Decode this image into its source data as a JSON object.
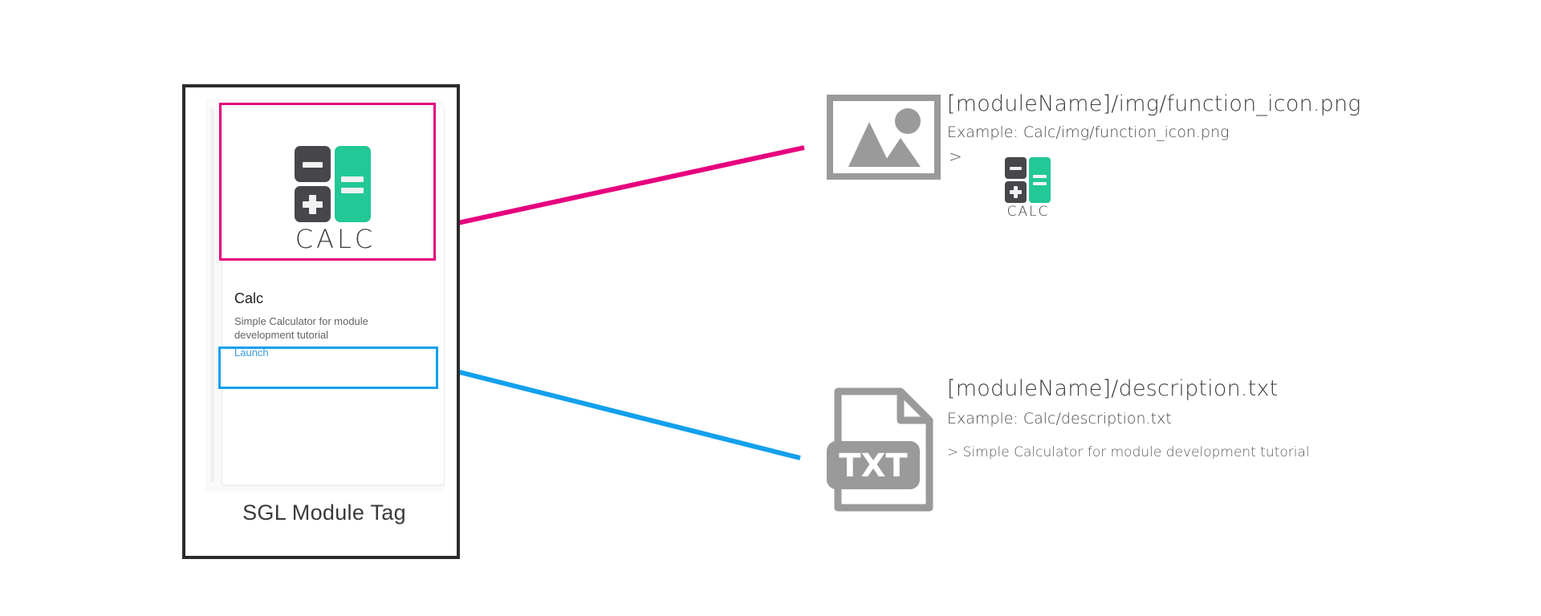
{
  "colors": {
    "highlight_pink": "#e6007e",
    "highlight_blue": "#13a0ed",
    "calc_dark": "#46464b",
    "calc_green": "#22c896",
    "icon_gray": "#9a9a9a",
    "panel_border": "#2b2b2b",
    "link_blue": "#3b9ae1"
  },
  "module_tag": {
    "caption": "SGL Module Tag",
    "card": {
      "logo_word": "CALC",
      "title": "Calc",
      "description": "Simple Calculator for module development tutorial",
      "launch_label": "Launch"
    }
  },
  "callouts": [
    {
      "id": "function-icon",
      "icon_name": "image-placeholder-icon",
      "title": "[moduleName]/img/function_icon.png",
      "example": "Example: Calc/img/function_icon.png",
      "caret": ">",
      "sample_kind": "calc-logo",
      "sample_logo_word": "CALC",
      "connector_color": "#e6007e"
    },
    {
      "id": "description-txt",
      "icon_name": "txt-file-icon",
      "icon_label": "TXT",
      "title": "[moduleName]/description.txt",
      "example": "Example: Calc/description.txt",
      "caret": ">",
      "sample_kind": "text",
      "sample_text": "> Simple Calculator for module development tutorial",
      "connector_color": "#13a0ed"
    }
  ]
}
